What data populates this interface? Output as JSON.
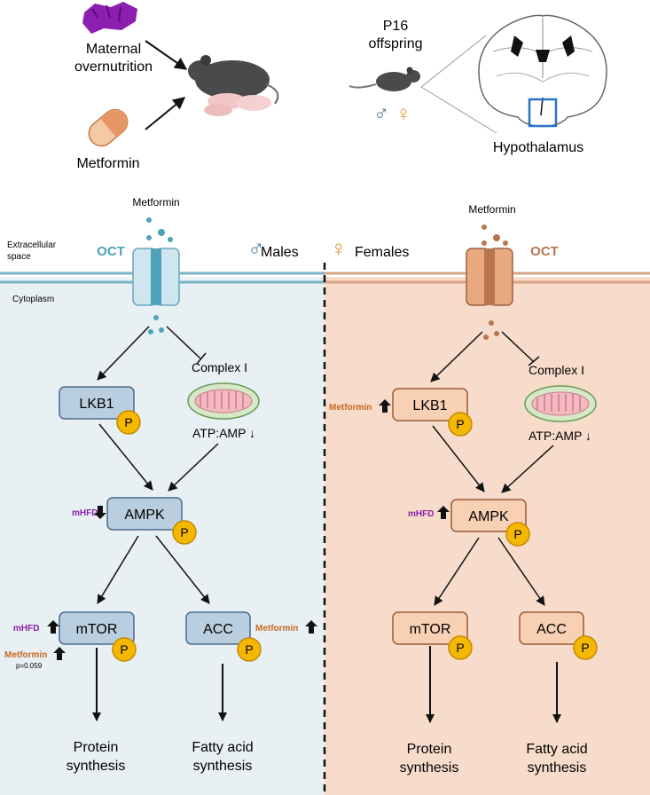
{
  "top": {
    "maternal": [
      "Maternal",
      "overnutrition"
    ],
    "metformin": "Metformin",
    "offspring": [
      "P16",
      "offspring"
    ],
    "sex_symbols": [
      "♂",
      "♀"
    ],
    "hypothalamus": "Hypothalamus"
  },
  "membrane": {
    "extracellular": [
      "Extracellular",
      "space"
    ],
    "cytoplasm": "Cytoplasm"
  },
  "males": {
    "symbol": "♂",
    "title": "Males",
    "transporter": "OCT",
    "drug": "Metformin",
    "complex": "Complex I",
    "atp": "ATP:AMP ↓",
    "nodes": {
      "lkb1": "LKB1",
      "ampk": "AMPK",
      "mtor": "mTOR",
      "acc": "ACC"
    },
    "phospho": "P",
    "ann_ampk": "mHFD",
    "ann_mtor_1": "mHFD",
    "ann_mtor_2": "Metformin",
    "ann_mtor_p": "p=0.059",
    "ann_acc": "Metformin",
    "out_protein": [
      "Protein",
      "synthesis"
    ],
    "out_fatty": [
      "Fatty acid",
      "synthesis"
    ]
  },
  "females": {
    "symbol": "♀",
    "title": "Females",
    "transporter": "OCT",
    "drug": "Metformin",
    "complex": "Complex I",
    "atp": "ATP:AMP ↓",
    "nodes": {
      "lkb1": "LKB1",
      "ampk": "AMPK",
      "mtor": "mTOR",
      "acc": "ACC"
    },
    "phospho": "P",
    "ann_lkb1": "Metformin",
    "ann_ampk": "mHFD",
    "out_protein": [
      "Protein",
      "synthesis"
    ],
    "out_fatty": [
      "Fatty acid",
      "synthesis"
    ]
  },
  "colors": {
    "male_bg": "#e8f0f4",
    "female_bg": "#f8dccb",
    "male_accent": "#4fa3b8",
    "female_accent": "#b87550",
    "male_node": "#b9cfe0",
    "female_node": "#f8d0b4",
    "phospho": "#f5b800",
    "mhfd": "#8b1fa8",
    "metformin_ann": "#c86820"
  }
}
